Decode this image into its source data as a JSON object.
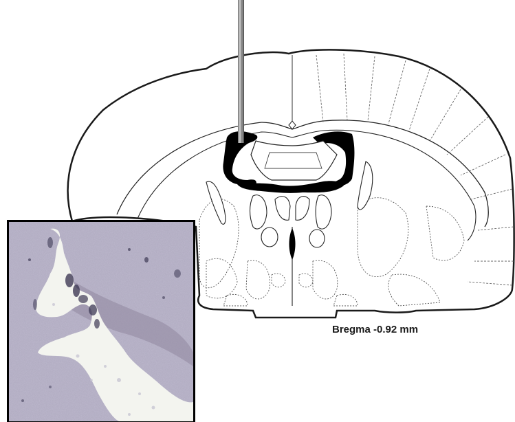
{
  "figure": {
    "caption": "Bregma -0.92 mm"
  },
  "colors": {
    "outline": "#1a1a1a",
    "ventricle_fill": "#000000",
    "cannula": "#8c8c8c",
    "tissue": "#b3aec3",
    "lumen": "#f3f4ef"
  },
  "icons": {
    "cannula": "cannula-needle",
    "section": "coronal-brain-section",
    "inset": "histology-micrograph"
  }
}
